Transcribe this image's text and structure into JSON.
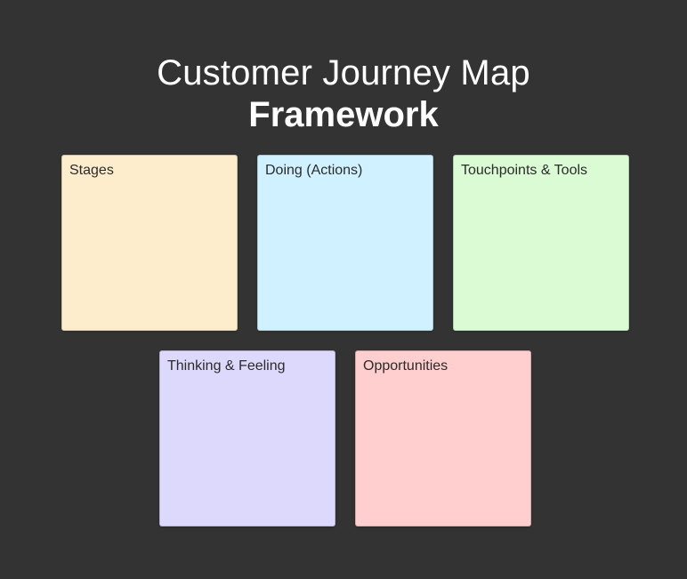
{
  "title": {
    "line1": "Customer Journey Map",
    "line2": "Framework"
  },
  "notes": [
    {
      "label": "Stages",
      "color": "#FDEDCD"
    },
    {
      "label": "Doing (Actions)",
      "color": "#D0F1FF"
    },
    {
      "label": "Touchpoints & Tools",
      "color": "#DAFBD3"
    },
    {
      "label": "Thinking & Feeling",
      "color": "#DDD9FC"
    },
    {
      "label": "Opportunities",
      "color": "#FFCECE"
    }
  ],
  "colors": {
    "background": "#333333",
    "title_text": "#FFFFFF",
    "note_text": "#2B2B2B"
  }
}
